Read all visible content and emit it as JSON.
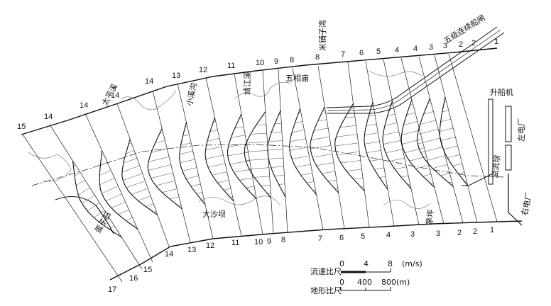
{
  "figure": {
    "place_labels": {
      "wujiliang_lock": "五级连续船闸",
      "mizhuzi_wan": "米铺子湾",
      "wuxiangmiao": "五相庙",
      "jingjiangxi": "靖江溪",
      "xiaoxigou": "小溪沟",
      "taipingxi": "太平溪",
      "shengchuanji": "升船机",
      "zuodianchang": "左电厂",
      "yiliuba": "溢流坝",
      "youdianchang": "右电厂",
      "maoping": "茅坪",
      "dashaba": "大沙坝",
      "danzishi": "蛋子石"
    },
    "top_section_numbers": [
      "15",
      "14",
      "14",
      "14",
      "14",
      "13",
      "12",
      "11",
      "10",
      "9",
      "8",
      "8",
      "7",
      "6",
      "5",
      "4",
      "4",
      "3",
      "3",
      "2",
      "2",
      "1"
    ],
    "bottom_section_numbers": [
      "17",
      "16",
      "15",
      "14",
      "13",
      "12",
      "11",
      "10",
      "9",
      "8",
      "7",
      "6",
      "5",
      "4",
      "3",
      "3",
      "2",
      "2",
      "1"
    ],
    "velocity_scale": {
      "label": "流速比尺",
      "ticks": [
        "0",
        "4",
        "8"
      ],
      "unit": "(m/s)"
    },
    "terrain_scale": {
      "label": "地形比尺",
      "ticks": [
        "0",
        "400",
        "800"
      ],
      "unit": "(m)"
    }
  }
}
